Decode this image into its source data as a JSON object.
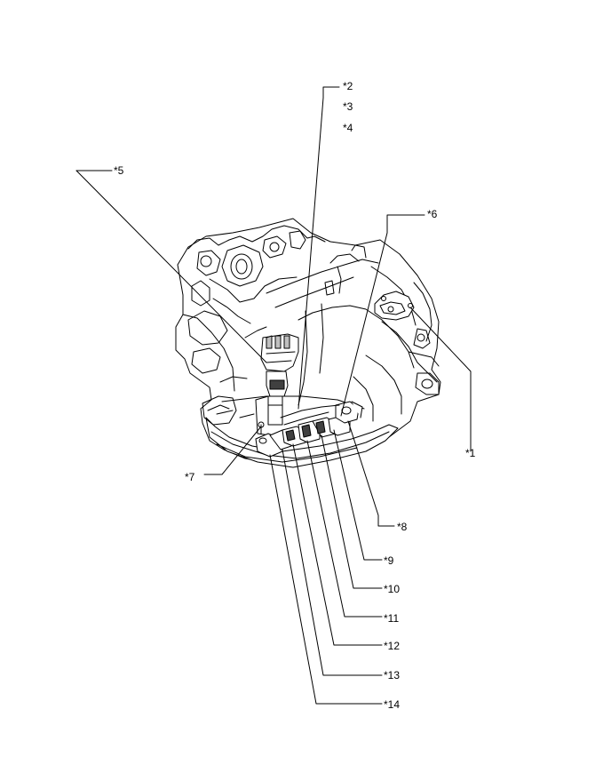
{
  "callouts": {
    "c1": "*1",
    "c2": "*2",
    "c3": "*3",
    "c4": "*4",
    "c5": "*5",
    "c6": "*6",
    "c7": "*7",
    "c8": "*8",
    "c9": "*9",
    "c10": "*10",
    "c11": "*11",
    "c12": "*12",
    "c13": "*13",
    "c14": "*14"
  },
  "colors": {
    "line": "#000000",
    "housing_fill": "#ffffff",
    "shade": "#d9d9d9"
  }
}
